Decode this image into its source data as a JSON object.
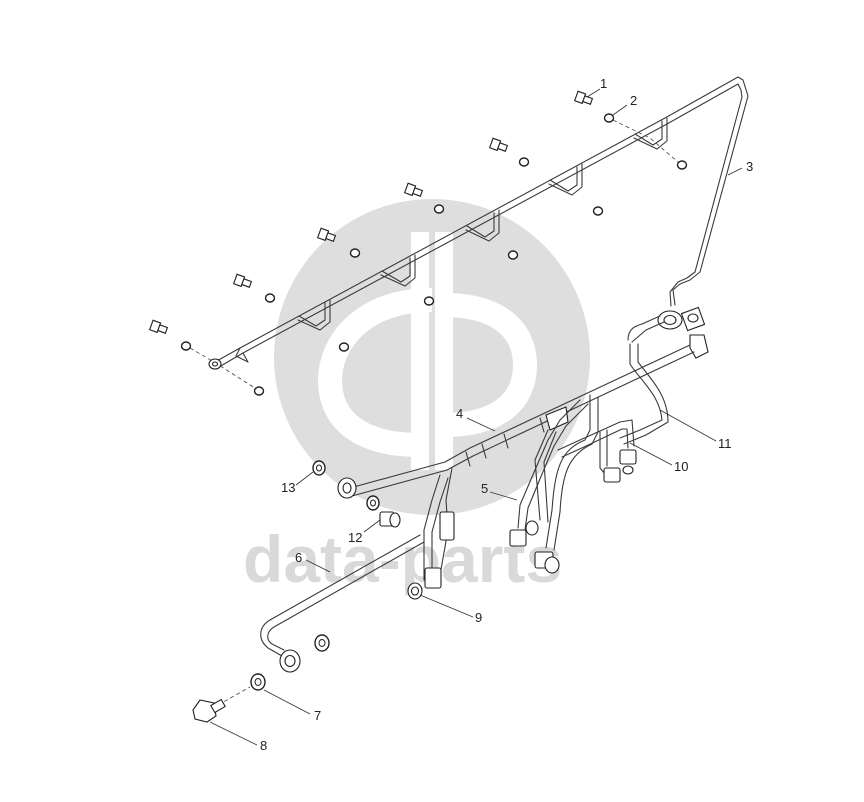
{
  "watermark": {
    "text": "data-parts",
    "color": "#d9d9d9"
  },
  "callouts": [
    {
      "id": "1",
      "label": "1"
    },
    {
      "id": "2",
      "label": "2"
    },
    {
      "id": "3",
      "label": "3"
    },
    {
      "id": "4",
      "label": "4"
    },
    {
      "id": "5",
      "label": "5"
    },
    {
      "id": "6",
      "label": "6"
    },
    {
      "id": "7",
      "label": "7"
    },
    {
      "id": "8",
      "label": "8"
    },
    {
      "id": "9",
      "label": "9"
    },
    {
      "id": "10",
      "label": "10"
    },
    {
      "id": "11",
      "label": "11"
    },
    {
      "id": "12",
      "label": "12"
    },
    {
      "id": "13",
      "label": "13"
    }
  ]
}
